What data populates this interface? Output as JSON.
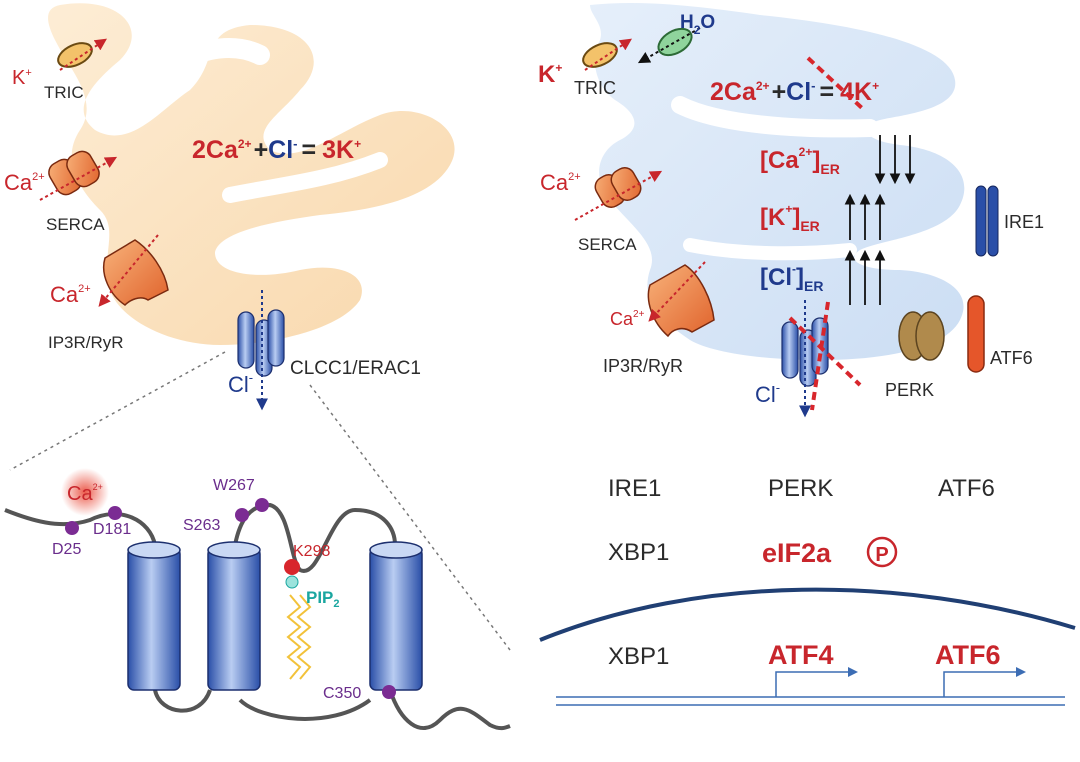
{
  "left_panel": {
    "tric": {
      "ion": "K",
      "ion_charge": "+",
      "label": "TRIC"
    },
    "serca": {
      "ion": "Ca",
      "ion_charge": "2+",
      "label": "SERCA"
    },
    "ip3r": {
      "ion": "Ca",
      "ion_charge": "2+",
      "label": "IP3R/RyR"
    },
    "equation": {
      "a": "2Ca",
      "a_sup": "2+",
      "plus": "+",
      "b": "Cl",
      "b_sup": "-",
      "eq": "=",
      "c": "3K",
      "c_sup": "+"
    },
    "clcc1": {
      "label": "CLCC1/ERAC1",
      "ion": "Cl",
      "ion_charge": "-"
    }
  },
  "right_panel": {
    "tric": {
      "ion": "K",
      "ion_charge": "+",
      "label": "TRIC"
    },
    "water": {
      "h": "H",
      "sub": "2",
      "o": "O"
    },
    "equation": {
      "a": "2Ca",
      "a_sup": "2+",
      "plus": "+",
      "b": "Cl",
      "b_sup": "-",
      "eq": "=",
      "c": "4K",
      "c_sup": "+"
    },
    "serca": {
      "ion": "Ca",
      "ion_charge": "2+",
      "label": "SERCA"
    },
    "ip3r": {
      "ion": "Ca",
      "ion_charge": "2+",
      "label": "IP3R/RyR"
    },
    "ca_er": {
      "text": "[Ca",
      "sup": "2+",
      "close": "]",
      "sub": "ER"
    },
    "k_er": {
      "text": "[K",
      "sup": "+",
      "close": "]",
      "sub": "ER"
    },
    "cl_er": {
      "text": "[Cl",
      "sup": "-",
      "close": "]",
      "sub": "ER"
    },
    "sensors": {
      "ire1": "IRE1",
      "perk": "PERK",
      "atf6": "ATF6"
    },
    "clcc1_ion": {
      "ion": "Cl",
      "ion_charge": "-"
    }
  },
  "topology": {
    "ca": {
      "ion": "Ca",
      "charge": "2+"
    },
    "residues": [
      "D25",
      "D181",
      "S263",
      "W267",
      "K298",
      "C350"
    ],
    "pip2": {
      "text": "PIP",
      "sub": "2"
    }
  },
  "upr": {
    "row1": [
      "IRE1",
      "PERK",
      "ATF6"
    ],
    "row2_xbp1": "XBP1",
    "row2_eif": "eIF2a",
    "row2_p": "P",
    "row3": [
      "XBP1",
      "ATF4",
      "ATF6"
    ]
  },
  "colors": {
    "red": "#c8262c",
    "blue": "#1f3a8c",
    "purple": "#6a2d8c",
    "er_left": "#fbe3c2",
    "er_right": "#d9e7f7"
  }
}
